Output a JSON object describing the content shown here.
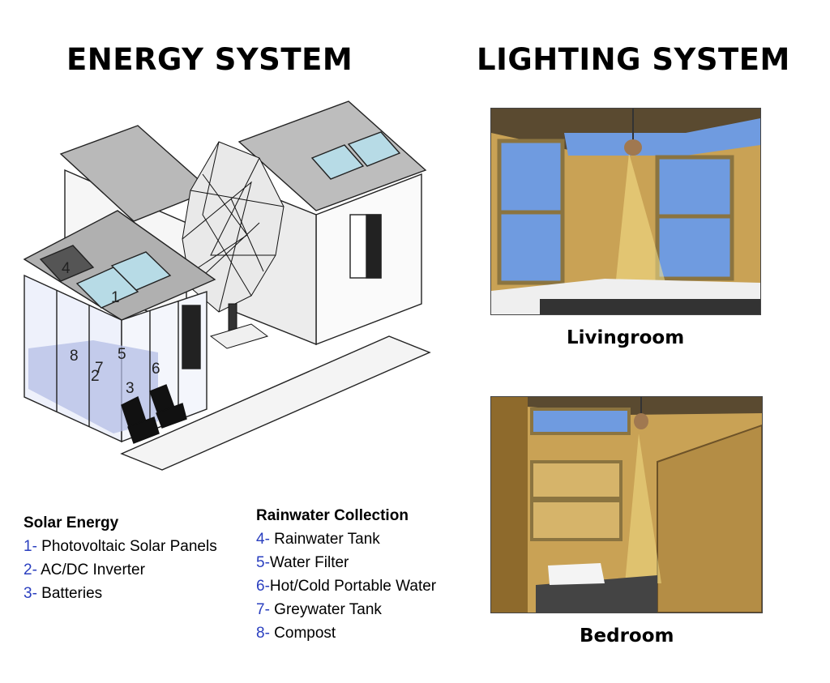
{
  "titles": {
    "energy": "ENERGY SYSTEM",
    "lighting": "LIGHTING SYSTEM"
  },
  "captions": {
    "living": "Livingroom",
    "bed": "Bedroom"
  },
  "house_labels": [
    "1",
    "2",
    "3",
    "4",
    "5",
    "6",
    "7",
    "8"
  ],
  "legend": {
    "solar": {
      "heading": "Solar Energy",
      "items": [
        {
          "num": "1-",
          "text": " Photovoltaic Solar Panels"
        },
        {
          "num": "2-",
          "text": " AC/DC Inverter"
        },
        {
          "num": "3-",
          "text": " Batteries"
        }
      ]
    },
    "rain": {
      "heading": "Rainwater Collection",
      "items": [
        {
          "num": "4-",
          "text": " Rainwater Tank"
        },
        {
          "num": "5-",
          "text": "Water Filter"
        },
        {
          "num": "6-",
          "text": "Hot/Cold Portable Water"
        },
        {
          "num": "7-",
          "text": " Greywater Tank"
        },
        {
          "num": "8-",
          "text": " Compost"
        }
      ]
    }
  },
  "colors": {
    "legend_number": "#2a3fbf",
    "wood": "#c9a255",
    "glass": "#6f9be0",
    "panel": "#b7dbe6",
    "ceiling": "#5a4a30"
  }
}
